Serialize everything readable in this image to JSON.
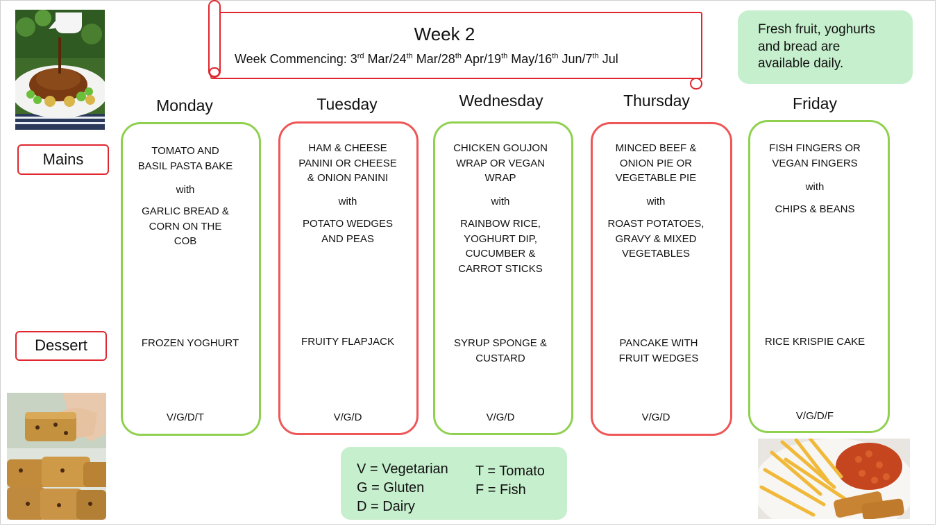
{
  "header": {
    "title": "Week 2",
    "dates_prefix": "Week Commencing:  ",
    "dates": [
      {
        "day": "3",
        "suffix": "rd",
        "month": " Mar/"
      },
      {
        "day": "24",
        "suffix": "th",
        "month": " Mar/"
      },
      {
        "day": "28",
        "suffix": "th",
        "month": " Apr/"
      },
      {
        "day": "19",
        "suffix": "th",
        "month": " May/"
      },
      {
        "day": "16",
        "suffix": "th",
        "month": " Jun/"
      },
      {
        "day": "7",
        "suffix": "th",
        "month": " Jul"
      }
    ]
  },
  "info": {
    "line1": "Fresh fruit, yoghurts",
    "line2": "and bread are",
    "line3": "available daily."
  },
  "labels": {
    "mains": "Mains",
    "dessert": "Dessert"
  },
  "days": [
    {
      "name": "Monday",
      "main_lines": [
        "TOMATO AND",
        "BASIL PASTA BAKE"
      ],
      "with": "with",
      "side_lines": [
        "GARLIC BREAD &",
        "CORN ON THE",
        "COB"
      ],
      "dessert_lines": [
        "FROZEN YOGHURT"
      ],
      "allergens": "V/G/D/T",
      "border": "green"
    },
    {
      "name": "Tuesday",
      "main_lines": [
        "HAM & CHEESE",
        "PANINI OR CHEESE",
        "& ONION PANINI"
      ],
      "with": "with",
      "side_lines": [
        "POTATO WEDGES",
        "AND PEAS"
      ],
      "dessert_lines": [
        "FRUITY FLAPJACK"
      ],
      "allergens": "V/G/D",
      "border": "red"
    },
    {
      "name": "Wednesday",
      "main_lines": [
        "CHICKEN GOUJON",
        "WRAP OR VEGAN",
        "WRAP"
      ],
      "with": "with",
      "side_lines": [
        "RAINBOW RICE,",
        "YOGHURT DIP,",
        "CUCUMBER &",
        "CARROT STICKS"
      ],
      "dessert_lines": [
        "SYRUP SPONGE &",
        "CUSTARD"
      ],
      "allergens": "V/G/D",
      "border": "green"
    },
    {
      "name": "Thursday",
      "main_lines": [
        "MINCED BEEF &",
        "ONION PIE OR",
        "VEGETABLE PIE"
      ],
      "with": "with",
      "side_lines": [
        "ROAST POTATOES,",
        "GRAVY & MIXED",
        "VEGETABLES"
      ],
      "dessert_lines": [
        "PANCAKE WITH",
        "FRUIT WEDGES"
      ],
      "allergens": "V/G/D",
      "border": "red"
    },
    {
      "name": "Friday",
      "main_lines": [
        "FISH FINGERS OR",
        "VEGAN FINGERS"
      ],
      "with": "with",
      "side_lines": [
        "CHIPS & BEANS"
      ],
      "dessert_lines": [
        "RICE KRISPIE CAKE"
      ],
      "allergens": "V/G/D/F",
      "border": "green"
    }
  ],
  "legend": {
    "v": "V =  Vegetarian",
    "g": "G =  Gluten",
    "d": "D =  Dairy",
    "t": "T = Tomato",
    "f": "F = Fish"
  },
  "images": [
    "pie-with-gravy-photo",
    "flapjack-photo",
    "fish-fingers-chips-beans-photo"
  ]
}
